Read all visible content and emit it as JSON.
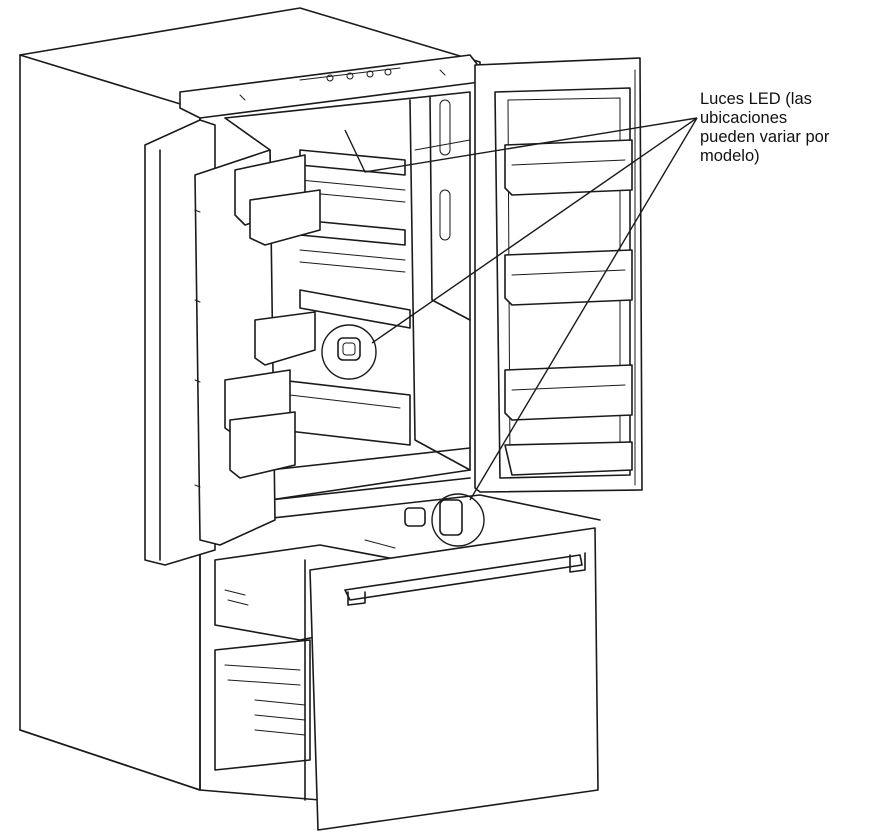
{
  "callout": {
    "lines": [
      "Luces LED (las",
      "ubicaciones",
      "pueden variar por",
      "modelo)"
    ]
  },
  "colors": {
    "ink": "#1a1a1a",
    "background": "#ffffff"
  }
}
